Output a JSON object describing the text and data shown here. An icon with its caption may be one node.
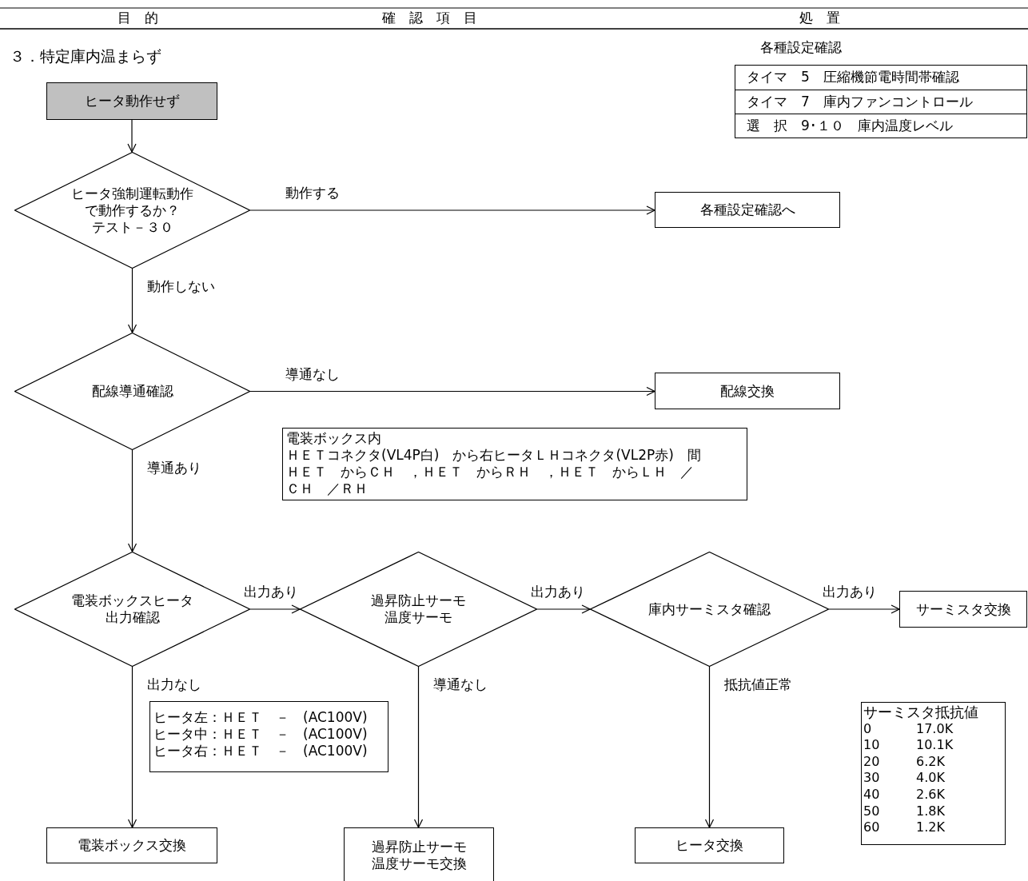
{
  "diagram": {
    "title": "３．特定庫内温まらず",
    "nodes": [
      {
        "text": [
          "ヒータ動作せず"
        ]
      },
      {
        "text": [
          "ヒータ強制運転動作で動作するか？",
          "テスト－３０"
        ]
      },
      {
        "text": [
          "各種設定確認へ"
        ]
      },
      {
        "text": [
          "配線導通確認"
        ]
      },
      {
        "text": [
          "配線交換"
        ]
      },
      {
        "text": [
          "電装ボックスヒータ出力確認"
        ]
      },
      {
        "text": [
          "過昇防止サーモ温度サーモ"
        ]
      },
      {
        "text": [
          "庫内サーミスタ確認"
        ]
      },
      {
        "text": [
          "サーミスタ交換"
        ]
      },
      {
        "text": [
          "電装ボックス交換"
        ]
      },
      {
        "text": [
          "過昇防止サーモ温度サーモ交換"
        ]
      },
      {
        "text": [
          "ヒータ交換"
        ]
      },
      {
        "text": [
          "電装ボックス内",
          "ＨＥＴコネクタ(VL4P白)　から右ヒータＬＨコネクタ(VL2P赤)　間",
          "ＨＥＴ　からＣＨ　，ＨＥＴ　からＲＨ　，ＨＥＴ　からＬＨ　／",
          "ＣＨ　／ＲＨ"
        ]
      },
      {
        "text": [
          "ヒータ左：ＨＥＴ　－　(AC100V)",
          "ヒータ中：ＨＥＴ　－　(AC100V)",
          "ヒータ右：ＨＥＴ　－　(AC100V)"
        ]
      },
      {
        "text": [
          "サーミスタ抵抗値",
          "0",
          "17.0K",
          "10",
          "10.1K",
          "20",
          "6.2K",
          "30",
          "4.0K",
          "40",
          "2.6K",
          "50",
          "1.8K",
          "60",
          "1.2K"
        ]
      },
      {
        "text": [
          "各種設定確認",
          "タイマ　5　圧縮機節電時間帯確認",
          "タイマ　7　庫内ファンコントロール",
          "選　択　9･１０　庫内温度レベル"
        ]
      }
    ],
    "edges": [
      {
        "from": 0,
        "to": 1,
        "arrow": "to"
      },
      {
        "from": 1,
        "to": 2,
        "arrow": "to",
        "label": "動作する"
      },
      {
        "from": 1,
        "to": 3,
        "arrow": "to",
        "label": "動作しない"
      },
      {
        "from": 3,
        "to": 4,
        "arrow": "to",
        "label": "導通なし"
      },
      {
        "from": 3,
        "to": 5,
        "arrow": "to",
        "label": "導通あり"
      },
      {
        "from": 5,
        "to": 6,
        "arrow": "to",
        "label": "出力あり"
      },
      {
        "from": 6,
        "to": 7,
        "arrow": "to",
        "label": "出力あり"
      },
      {
        "from": 7,
        "to": 8,
        "arrow": "to",
        "label": "出力あり"
      },
      {
        "from": 5,
        "to": 9,
        "arrow": "to",
        "label": "出力なし"
      },
      {
        "from": 6,
        "to": 10,
        "arrow": "to",
        "label": "導通なし"
      },
      {
        "from": 7,
        "to": 11,
        "arrow": "to",
        "label": "抵抗値正常"
      }
    ],
    "labels": [
      "目　的",
      "確　認　項　目",
      "処　置"
    ]
  }
}
